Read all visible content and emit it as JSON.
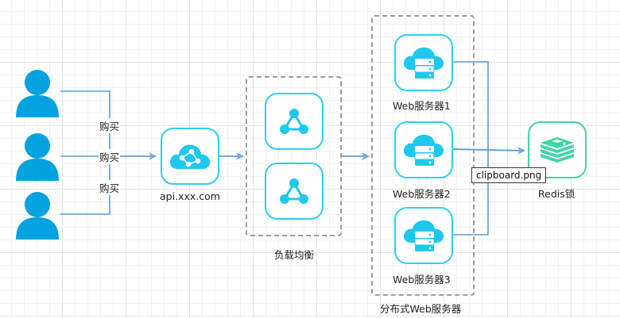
{
  "diagram": {
    "users": [
      {
        "icon": "user-icon"
      },
      {
        "icon": "user-icon"
      },
      {
        "icon": "user-icon"
      }
    ],
    "edge_labels": [
      "购买",
      "购买",
      "购买"
    ],
    "gateway": {
      "label": "api.xxx.com",
      "icon": "cloud-network-icon"
    },
    "load_balancer": {
      "label": "负载均衡",
      "icon": "share-nodes-icon"
    },
    "web_servers": [
      {
        "label": "Web服务器1",
        "icon": "cloud-server-icon"
      },
      {
        "label": "Web服务器2",
        "icon": "cloud-server-icon"
      },
      {
        "label": "Web服务器3",
        "icon": "cloud-server-icon"
      }
    ],
    "distributed_group_label": "分布式Web服务器",
    "redis": {
      "label": "Redis锁",
      "icon": "redis-icon"
    },
    "tooltip": "clipboard.png",
    "colors": {
      "user": "#00a3e0",
      "line": "#5b9bd5",
      "arrow": "#6fa8dc",
      "icon_border": "#2bd1f2",
      "icon_fill": "#1ec8ee",
      "redis": "#3ed6a6",
      "dash": "#9e9e9e"
    }
  }
}
